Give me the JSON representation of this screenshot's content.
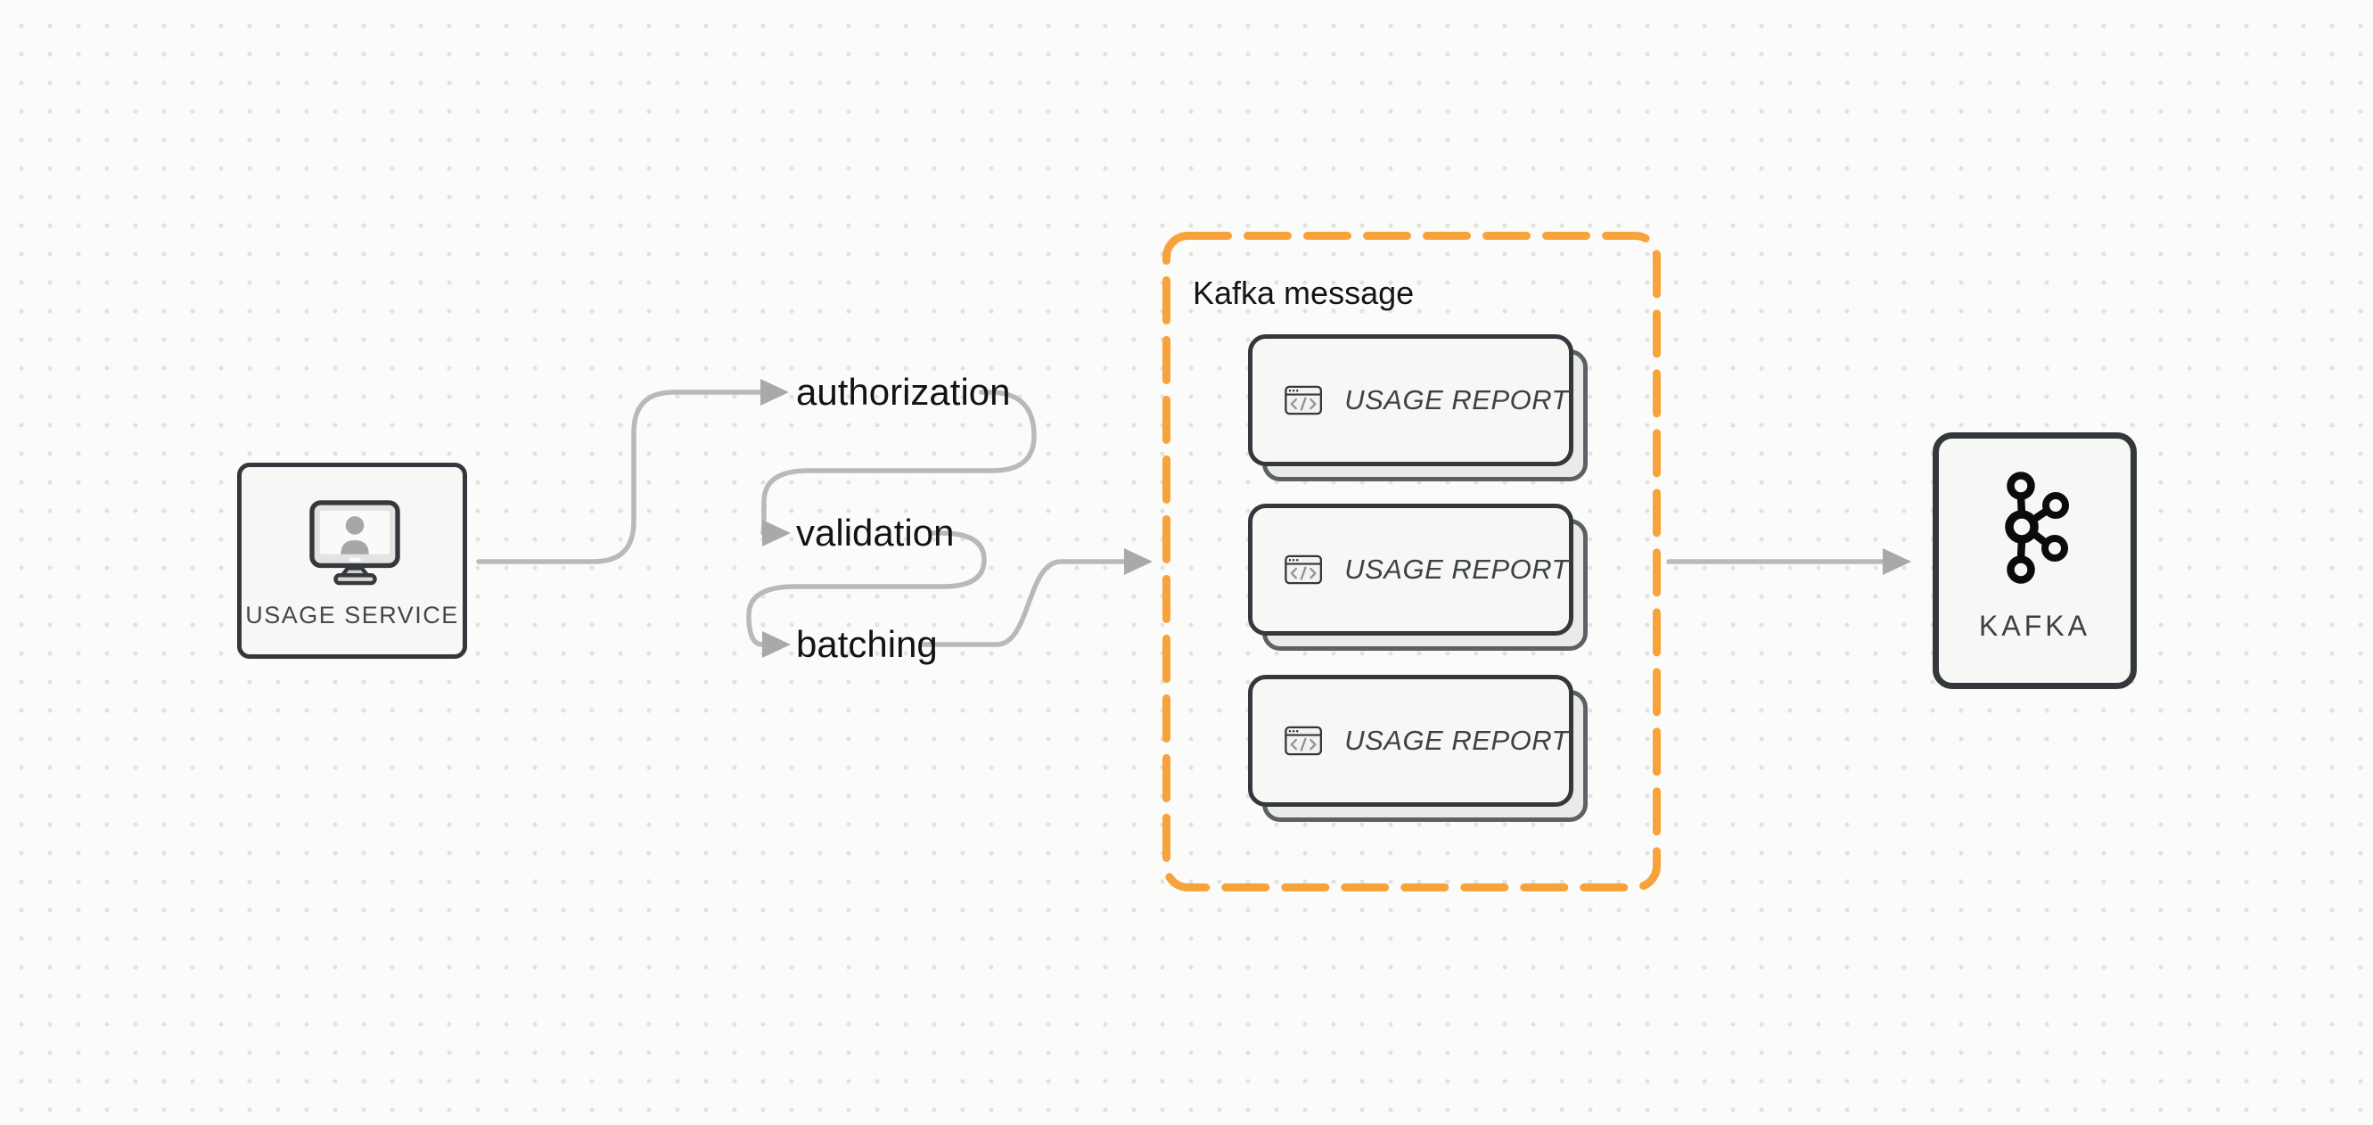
{
  "diagram": {
    "source_node": {
      "label": "USAGE SERVICE",
      "icon": "monitor-user-icon"
    },
    "steps": [
      {
        "label": "authorization"
      },
      {
        "label": "validation"
      },
      {
        "label": "batching"
      }
    ],
    "group": {
      "title": "Kafka message",
      "border_color": "#f7a23b",
      "cards": [
        {
          "label": "USAGE REPORT",
          "icon": "code-window-icon"
        },
        {
          "label": "USAGE REPORT",
          "icon": "code-window-icon"
        },
        {
          "label": "USAGE REPORT",
          "icon": "code-window-icon"
        }
      ]
    },
    "target_node": {
      "label": "KAFKA",
      "icon": "kafka-logo-icon"
    }
  },
  "colors": {
    "background": "#fbfbfa",
    "dot_grid": "#e2e2e1",
    "connector_gray": "#b9b9b9",
    "arrowhead_gray": "#a9a9a9",
    "border_dark": "#33383c",
    "node_fill": "#f7f7f6",
    "accent_orange": "#f7a23b",
    "text_dark": "#131316"
  }
}
